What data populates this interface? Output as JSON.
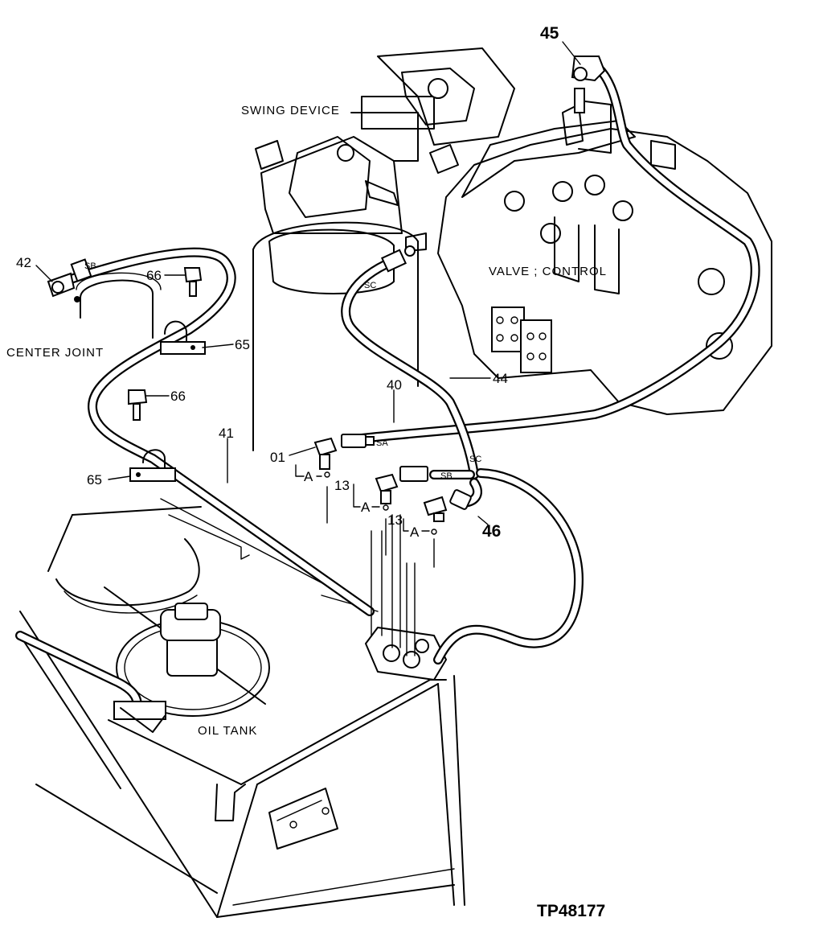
{
  "components": {
    "swing_device": "SWING DEVICE",
    "valve_control": "VALVE ; CONTROL",
    "center_joint": "CENTER JOINT",
    "oil_tank": "OIL TANK"
  },
  "callouts": {
    "p45": "45",
    "p42": "42",
    "p66a": "66",
    "p65a": "65",
    "p66b": "66",
    "p65b": "65",
    "p41": "41",
    "p40": "40",
    "p44": "44",
    "p01": "01",
    "p13a": "13",
    "p13b": "13",
    "p46": "46"
  },
  "port_tags": {
    "sb_top": "SB",
    "sc_top": "SC",
    "sa": "SA",
    "sb_mid": "SB",
    "sc_mid": "SC"
  },
  "detail_refs": {
    "a1": "A",
    "a2": "A",
    "a3": "A"
  },
  "figure_id": "TP48177"
}
